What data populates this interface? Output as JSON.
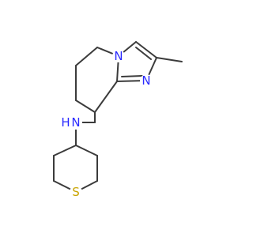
{
  "molecule": {
    "atoms": [
      {
        "id": "N_ring",
        "label": "N",
        "color": "#2a2aff"
      },
      {
        "id": "N_imine",
        "label": "N",
        "color": "#2a2aff"
      },
      {
        "id": "N_amine",
        "label": "N",
        "color": "#2a2aff"
      },
      {
        "id": "H_amine",
        "label": "H",
        "color": "#2a2aff"
      },
      {
        "id": "S",
        "label": "S",
        "color": "#c9a400"
      }
    ],
    "bond_color": "#3b3b3b"
  }
}
